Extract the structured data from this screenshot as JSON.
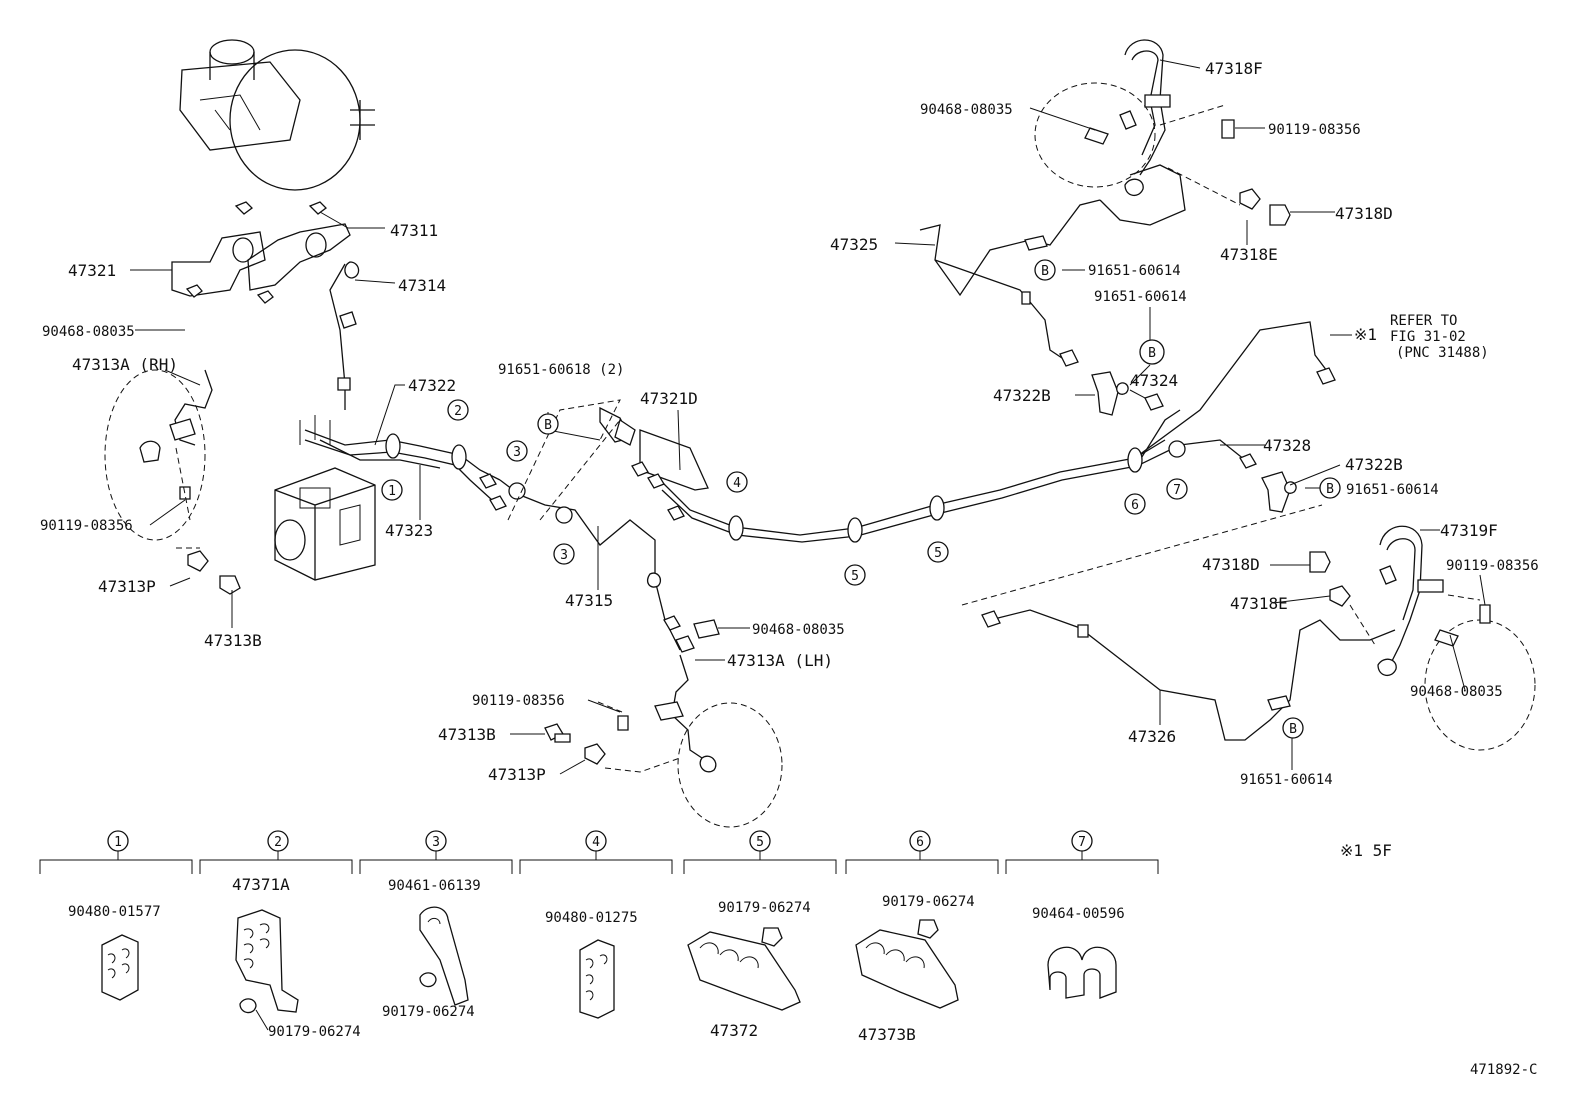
{
  "parts": {
    "p47311": "47311",
    "p47321": "47321",
    "p47314": "47314",
    "p90468_a": "90468-08035",
    "p47313A_rh": "47313A (RH)",
    "p90119_a": "90119-08356",
    "p47313P_a": "47313P",
    "p47313B_a": "47313B",
    "p47322": "47322",
    "p47323": "47323",
    "p91651_60618": "91651-60618 (2)",
    "p47321D": "47321D",
    "p47315": "47315",
    "p90468_b": "90468-08035",
    "p47313A_lh": "47313A (LH)",
    "p90119_b": "90119-08356",
    "p47313B_b": "47313B",
    "p47313P_b": "47313P",
    "p47318F": "47318F",
    "p90468_c": "90468-08035",
    "p90119_c": "90119-08356",
    "p47318D_a": "47318D",
    "p47318E_a": "47318E",
    "p47325": "47325",
    "p91651_a": "91651-60614",
    "p91651_b": "91651-60614",
    "p47322B_a": "47322B",
    "p47324": "47324",
    "refer_line1": "REFER TO",
    "refer_line2": "FIG 31-02",
    "refer_line3": "(PNC 31488)",
    "refer_mark": "※1",
    "p47328": "47328",
    "p47322B_b": "47322B",
    "p91651_c": "91651-60614",
    "p47319F": "47319F",
    "p47318D_b": "47318D",
    "p90119_d": "90119-08356",
    "p47318E_b": "47318E",
    "p90468_d": "90468-08035",
    "p47326": "47326",
    "p91651_d": "91651-60614"
  },
  "callouts": [
    "1",
    "2",
    "3",
    "4",
    "5",
    "6",
    "7"
  ],
  "bolt_mark": "B",
  "clamp_sets": [
    {
      "num": "1",
      "parts": [
        "90480-01577"
      ]
    },
    {
      "num": "2",
      "parts": [
        "47371A",
        "90179-06274"
      ]
    },
    {
      "num": "3",
      "parts": [
        "90461-06139",
        "90179-06274"
      ]
    },
    {
      "num": "4",
      "parts": [
        "90480-01275"
      ]
    },
    {
      "num": "5",
      "parts": [
        "90179-06274",
        "47372"
      ]
    },
    {
      "num": "6",
      "parts": [
        "90179-06274",
        "47373B"
      ]
    },
    {
      "num": "7",
      "parts": [
        "90464-00596"
      ]
    }
  ],
  "footnote": "※1  5F",
  "figure_id": "471892-C"
}
